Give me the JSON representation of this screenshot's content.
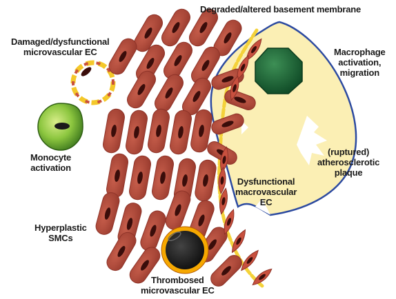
{
  "labels": {
    "basement_membrane": "Degraded/altered basement membrane",
    "damaged_ec": [
      "Damaged/dysfunctional",
      "microvascular EC"
    ],
    "macrophage": [
      "Macrophage",
      "activation,",
      "migration"
    ],
    "monocyte": [
      "Monocyte",
      "activation"
    ],
    "plaque": [
      "(ruptured)",
      "atherosclerotic",
      "plaque"
    ],
    "macro_ec": [
      "Dysfunctional",
      "macrovascular",
      "EC"
    ],
    "smc": [
      "Hyperplastic",
      "SMCs"
    ],
    "thrombosed": [
      "Thrombosed",
      "microvascular EC"
    ]
  },
  "colors": {
    "smc_fill": "#b54a3c",
    "smc_stroke": "#8e3328",
    "nucleus": "#3a0d0a",
    "plaque_fill": "#fbefb4",
    "plaque_stroke": "#2c4aa0",
    "macrophage": "#1f6b3c",
    "monocyte": "#8cc63f",
    "membrane": "#f4d23a",
    "thrombus": "#1c1c1c",
    "thrombus_ring": "#f6a800"
  }
}
